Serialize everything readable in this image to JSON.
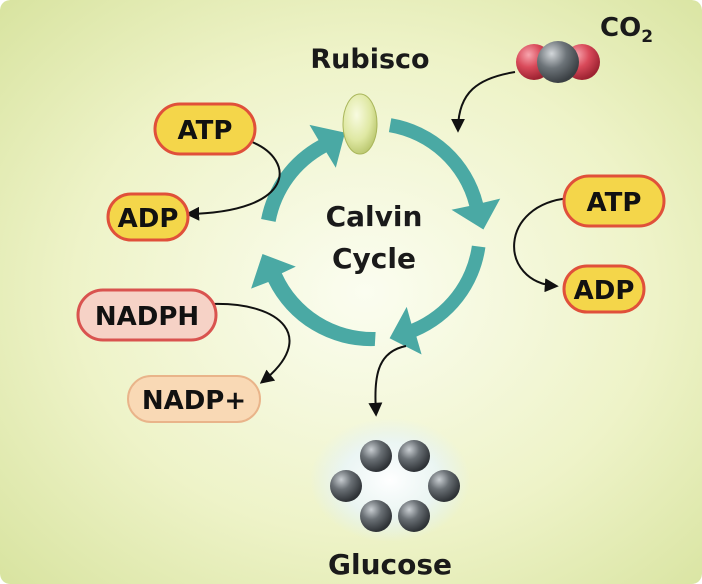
{
  "labels": {
    "enzyme": "Rubisco",
    "co2_main": "CO",
    "co2_sub": "2",
    "cycle_line1": "Calvin",
    "cycle_line2": "Cycle",
    "product": "Glucose"
  },
  "molecules": {
    "atp_left": "ATP",
    "adp_left": "ADP",
    "atp_right": "ATP",
    "adp_right": "ADP",
    "nadph": "NADPH",
    "nadp_plus": "NADP+"
  },
  "colors": {
    "background_edge": "#d6e29c",
    "background_center": "#fbfdf0",
    "cycle_arrow": "#4aa9a4",
    "atp_fill": "#f4d64a",
    "atp_stroke": "#e0503a",
    "nadph_fill": "#f6d2c6",
    "nadph_stroke": "#d9534f",
    "nadp_fill": "#f9d9b5",
    "co2_oxygen": "#d94a5a",
    "co2_carbon": "#6d7479",
    "glucose_sphere": "#5a5f64",
    "rubisco": "#dfe8a3"
  }
}
